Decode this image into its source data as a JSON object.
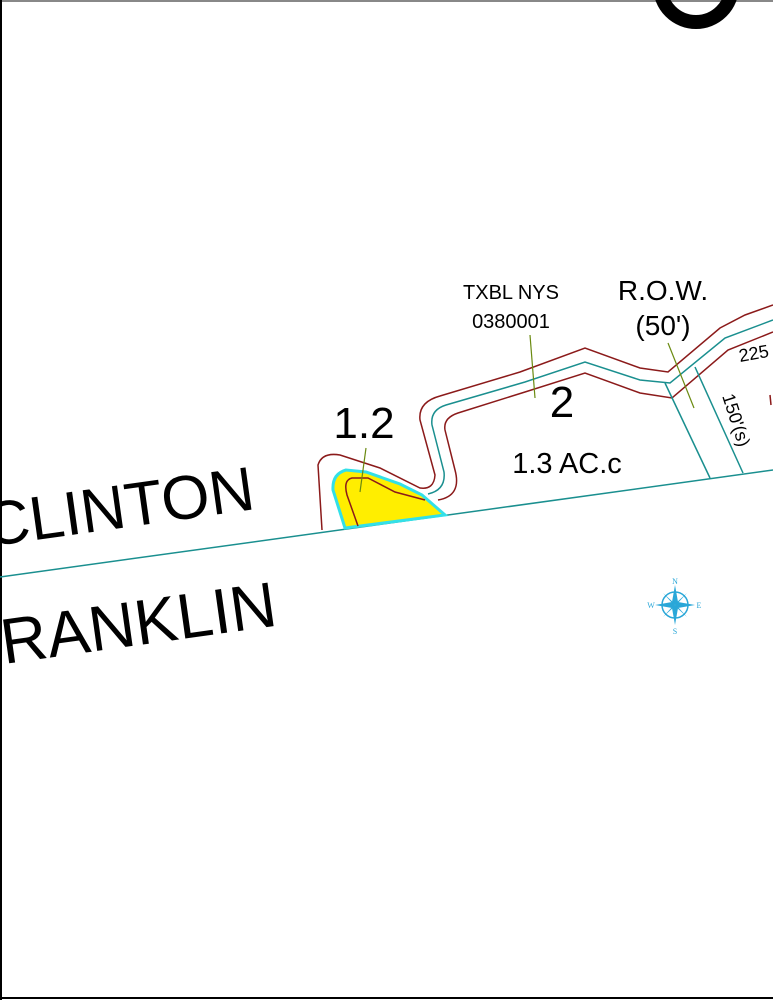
{
  "map": {
    "streets": {
      "upper": "CLINTON",
      "lower": "RANKLIN"
    },
    "parcels": [
      {
        "number": "1.2"
      },
      {
        "number": "2",
        "area": "1.3 AC.c",
        "owner_line1": "TXBL NYS",
        "owner_line2": "0380001"
      }
    ],
    "row": {
      "label": "R.O.W.",
      "width": "(50')"
    },
    "dimensions": {
      "frontage": "150'(s)",
      "partial": "225"
    },
    "compass": {
      "n": "N",
      "s": "S",
      "e": "E",
      "w": "W"
    },
    "colors": {
      "lot_line": "#1a8f8f",
      "contour": "#8b1a1a",
      "highlight": "#ffee00",
      "highlight_border": "#33e0e8",
      "leader": "#6a8a10",
      "compass": "#2aa7d8"
    }
  }
}
